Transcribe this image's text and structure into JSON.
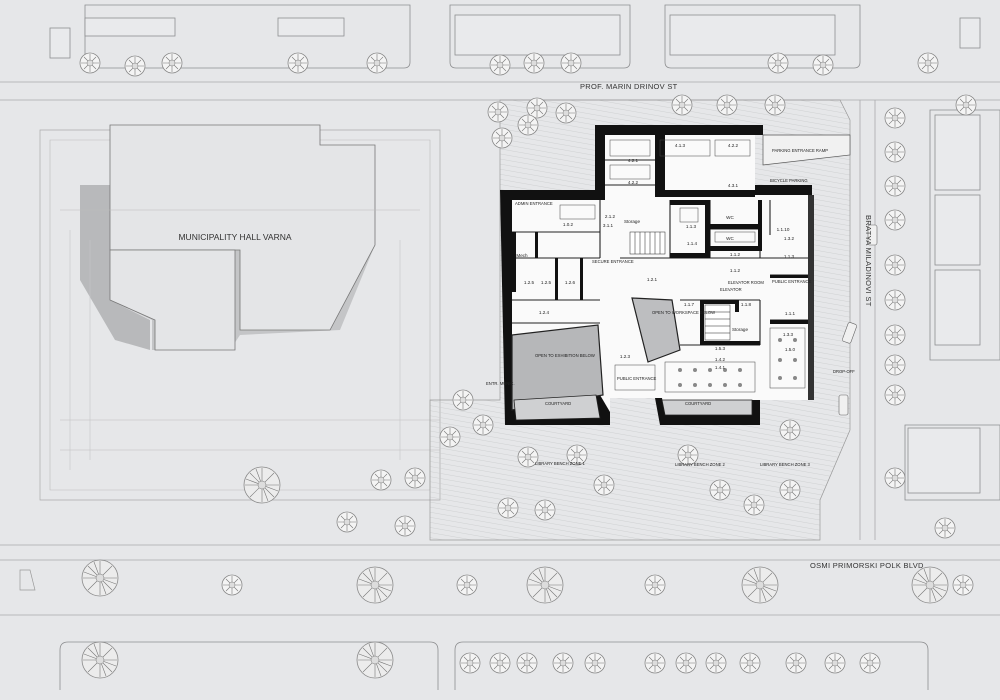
{
  "streets": {
    "north": "PROF. MARIN DRINOV ST",
    "south": "OSMI PRIMORSKI POLK BLVD",
    "east": "BRATYA MILADINOVI ST"
  },
  "buildings": {
    "municipality": "MUNICIPALITY HALL VARNA"
  },
  "zones": {
    "parking_ramp": "PARKING ENTRANCE RAMP",
    "bicycle_parking": "BICYCLE PARKING",
    "admin_entrance": "ADMIN ENTRANCE",
    "secure_entrance": "SECURE ENTRANCE",
    "public_entrance_east": "PUBLIC ENTRANCE",
    "public_entrance_south": "PUBLIC ENTRANCE",
    "elevator_room": "ELEVATOR ROOM",
    "elevator": "ELEVATOR",
    "open_workspace": "OPEN TO WORKSPACE BELOW",
    "open_exhibition": "OPEN TO EXHIBITION BELOW",
    "courtyard_west": "COURTYARD",
    "courtyard_east": "COURTYARD",
    "bench_zone_1": "LIBRARY BENCH ZONE 1",
    "bench_zone_2": "LIBRARY BENCH ZONE 2",
    "bench_zone_3": "LIBRARY BENCH ZONE 3",
    "drop_off": "DROP-OFF",
    "west_entry": "ENTR. MUNIC."
  },
  "rooms": {
    "r4_1_3": "4.1.3",
    "r4_2_1": "4.2.1",
    "r4_2_2": "4.2.2",
    "r4_3_1": "4.3.1",
    "r4_1_1": "4.1.1",
    "r2_1_2": "2.1.2",
    "r1_0_2": "1.0.2",
    "r3_1_1": "3.1.1",
    "r3_1_2": "3.1.2",
    "r1_1_4": "1.1.4",
    "r1_1_2": "1.1.2",
    "r1_1_3": "1.1.3",
    "r1_1_1": "1.1.1",
    "r1_1_8": "1.1.8",
    "r1_1_10": "1.1.10",
    "r1_3_2": "1.3.2",
    "r1_2_1": "1.2.1",
    "r1_2_3": "1.2.3",
    "r1_2_4": "1.2.4",
    "r1_2_5": "1.2.5",
    "r1_2_6": "1.2.6",
    "r1_1_7": "1.1.7",
    "r1_3_1": "1.3.1",
    "r1_3_3": "1.3.3",
    "r1_4_1": "1.4.1",
    "r1_4_2": "1.4.2",
    "r1_5_3": "1.5.3",
    "r1_5_0": "1.5.0",
    "storage1": "Storage",
    "storage2": "Storage",
    "wc1": "WC",
    "wc2": "WC",
    "mech": "Mech"
  }
}
